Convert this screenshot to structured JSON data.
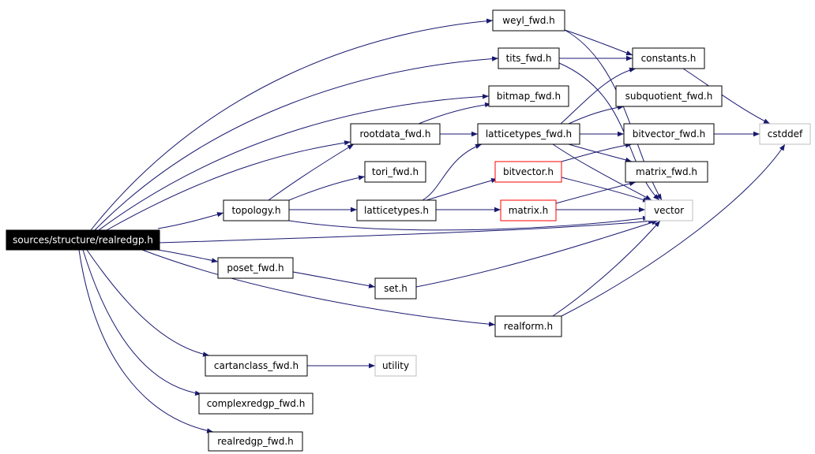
{
  "colors": {
    "edge": "#191970",
    "node_border": "#000000",
    "node_fill": "#ffffff",
    "node_text": "#000000",
    "root_fill": "#000000",
    "root_text": "#ffffff",
    "external_border": "#bfbfbf",
    "partial_border": "#ff0000"
  },
  "nodes": [
    {
      "id": "root",
      "label": "sources/structure/realredgp.h",
      "style": "root"
    },
    {
      "id": "weyl_fwd",
      "label": "weyl_fwd.h",
      "style": "normal"
    },
    {
      "id": "tits_fwd",
      "label": "tits_fwd.h",
      "style": "normal"
    },
    {
      "id": "constants",
      "label": "constants.h",
      "style": "normal"
    },
    {
      "id": "bitmap_fwd",
      "label": "bitmap_fwd.h",
      "style": "normal"
    },
    {
      "id": "subquotient_fwd",
      "label": "subquotient_fwd.h",
      "style": "normal"
    },
    {
      "id": "rootdata_fwd",
      "label": "rootdata_fwd.h",
      "style": "normal"
    },
    {
      "id": "latticetypes_fwd",
      "label": "latticetypes_fwd.h",
      "style": "normal"
    },
    {
      "id": "bitvector_fwd",
      "label": "bitvector_fwd.h",
      "style": "normal"
    },
    {
      "id": "cstddef",
      "label": "cstddef",
      "style": "external"
    },
    {
      "id": "tori_fwd",
      "label": "tori_fwd.h",
      "style": "normal"
    },
    {
      "id": "bitvector",
      "label": "bitvector.h",
      "style": "partial"
    },
    {
      "id": "matrix_fwd",
      "label": "matrix_fwd.h",
      "style": "normal"
    },
    {
      "id": "topology",
      "label": "topology.h",
      "style": "normal"
    },
    {
      "id": "latticetypes",
      "label": "latticetypes.h",
      "style": "normal"
    },
    {
      "id": "matrix",
      "label": "matrix.h",
      "style": "partial"
    },
    {
      "id": "vector",
      "label": "vector",
      "style": "external"
    },
    {
      "id": "poset_fwd",
      "label": "poset_fwd.h",
      "style": "normal"
    },
    {
      "id": "set",
      "label": "set.h",
      "style": "normal"
    },
    {
      "id": "realform",
      "label": "realform.h",
      "style": "normal"
    },
    {
      "id": "cartanclass_fwd",
      "label": "cartanclass_fwd.h",
      "style": "normal"
    },
    {
      "id": "utility",
      "label": "utility",
      "style": "external"
    },
    {
      "id": "complexredgp_fwd",
      "label": "complexredgp_fwd.h",
      "style": "normal"
    },
    {
      "id": "realredgp_fwd",
      "label": "realredgp_fwd.h",
      "style": "normal"
    }
  ],
  "edges": [
    {
      "from": "root",
      "to": "weyl_fwd"
    },
    {
      "from": "root",
      "to": "tits_fwd"
    },
    {
      "from": "root",
      "to": "bitmap_fwd"
    },
    {
      "from": "root",
      "to": "rootdata_fwd"
    },
    {
      "from": "root",
      "to": "topology"
    },
    {
      "from": "root",
      "to": "vector"
    },
    {
      "from": "root",
      "to": "poset_fwd"
    },
    {
      "from": "root",
      "to": "realform"
    },
    {
      "from": "root",
      "to": "cartanclass_fwd"
    },
    {
      "from": "root",
      "to": "complexredgp_fwd"
    },
    {
      "from": "root",
      "to": "realredgp_fwd"
    },
    {
      "from": "weyl_fwd",
      "to": "constants"
    },
    {
      "from": "weyl_fwd",
      "to": "vector"
    },
    {
      "from": "tits_fwd",
      "to": "constants"
    },
    {
      "from": "tits_fwd",
      "to": "vector"
    },
    {
      "from": "constants",
      "to": "cstddef"
    },
    {
      "from": "rootdata_fwd",
      "to": "bitmap_fwd"
    },
    {
      "from": "rootdata_fwd",
      "to": "latticetypes_fwd"
    },
    {
      "from": "latticetypes_fwd",
      "to": "constants"
    },
    {
      "from": "latticetypes_fwd",
      "to": "subquotient_fwd"
    },
    {
      "from": "latticetypes_fwd",
      "to": "bitvector_fwd"
    },
    {
      "from": "latticetypes_fwd",
      "to": "matrix_fwd"
    },
    {
      "from": "latticetypes_fwd",
      "to": "vector"
    },
    {
      "from": "bitvector_fwd",
      "to": "cstddef"
    },
    {
      "from": "topology",
      "to": "rootdata_fwd"
    },
    {
      "from": "topology",
      "to": "tori_fwd"
    },
    {
      "from": "topology",
      "to": "latticetypes"
    },
    {
      "from": "topology",
      "to": "vector"
    },
    {
      "from": "latticetypes",
      "to": "latticetypes_fwd"
    },
    {
      "from": "latticetypes",
      "to": "bitvector"
    },
    {
      "from": "latticetypes",
      "to": "matrix"
    },
    {
      "from": "bitvector",
      "to": "bitvector_fwd"
    },
    {
      "from": "bitvector",
      "to": "vector"
    },
    {
      "from": "matrix",
      "to": "matrix_fwd"
    },
    {
      "from": "matrix",
      "to": "vector"
    },
    {
      "from": "poset_fwd",
      "to": "set"
    },
    {
      "from": "set",
      "to": "vector"
    },
    {
      "from": "realform",
      "to": "vector"
    },
    {
      "from": "realform",
      "to": "cstddef"
    },
    {
      "from": "cartanclass_fwd",
      "to": "utility"
    }
  ]
}
